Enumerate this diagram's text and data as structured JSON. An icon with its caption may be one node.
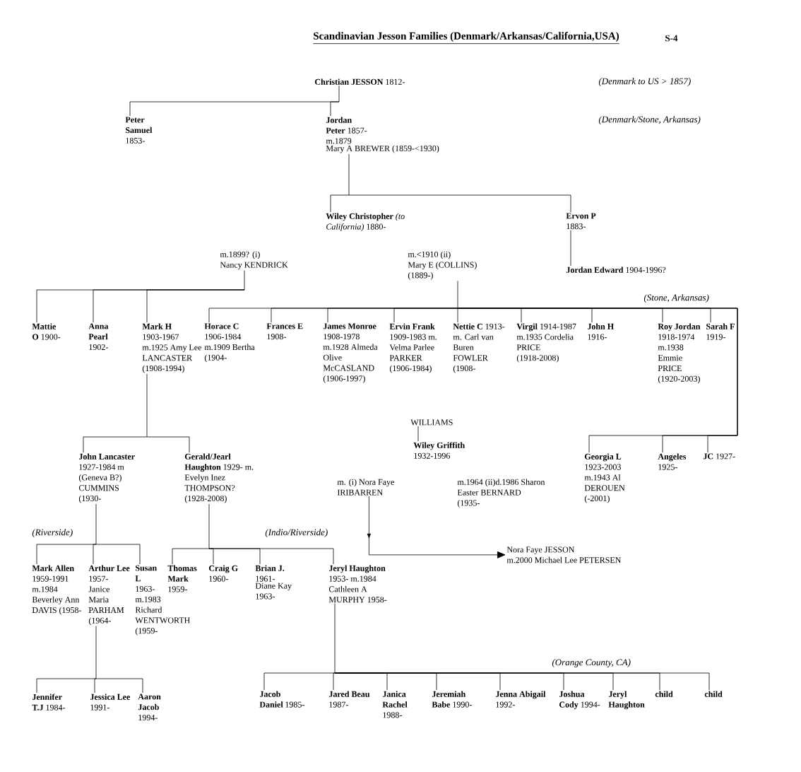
{
  "diagram": {
    "title": "Scandinavian Jesson Families (Denmark/Arkansas/California,USA)",
    "nodes": [
      {
        "text": [
          "**Christian JESSON** 1812-"
        ]
      },
      {
        "text": [
          "**Peter Samuel** 1853-"
        ]
      },
      {
        "text": [
          "**Jordan Peter** 1857- m.1879",
          "Mary A BREWER (1859-<1930)"
        ]
      },
      {
        "text": [
          "**Wiley Christopher** *(to California)* 1880-"
        ]
      },
      {
        "text": [
          "**Ervon P**",
          "1883-"
        ]
      },
      {
        "text": [
          "**Jordan Edward** 1904-1996?"
        ]
      },
      {
        "text": [
          "m.1899? (i)",
          "Nancy KENDRICK"
        ]
      },
      {
        "text": [
          "m.<1910 (ii)",
          "Mary E (COLLINS)",
          "(1889-)"
        ]
      },
      {
        "text": [
          "**Mattie O** 1900-"
        ]
      },
      {
        "text": [
          "**Anna Pearl** 1902-"
        ]
      },
      {
        "text": [
          "**Mark H** 1903-1967 m.1925 Amy Lee LANCASTER (1908-1994)"
        ]
      },
      {
        "text": [
          "**Horace C** 1906-1984 m.1909 Bertha (1904-"
        ]
      },
      {
        "text": [
          "**Frances E** 1908-"
        ]
      },
      {
        "text": [
          "**James Monroe** 1908-1978 m.1928 Almeda Olive McCASLAND (1906-1997)"
        ]
      },
      {
        "text": [
          "**Ervin Frank** 1909-1983 m. Velma Parlee PARKER (1906-1984)"
        ]
      },
      {
        "text": [
          "WILLIAMS"
        ]
      },
      {
        "text": [
          "**Nettie C** 1913- m. Carl van Buren FOWLER (1908-"
        ]
      },
      {
        "text": [
          "**Virgil** 1914-1987 m.1935 Cordelia PRICE (1918-2008)"
        ]
      },
      {
        "text": [
          "**John H** 1916-"
        ]
      },
      {
        "text": [
          "**Roy Jordan** 1918-1974 m.1938 Emmie PRICE (1920-2003)"
        ]
      },
      {
        "text": [
          "**Sarah F** 1919-"
        ]
      },
      {
        "text": [
          "**John Lancaster** 1927-1984 m (Geneva B?) CUMMINS (1930-"
        ]
      },
      {
        "text": [
          "**Gerald/Jearl Haughton** 1929- m. Evelyn Inez THOMPSON? (1928-2008)"
        ]
      },
      {
        "text": [
          "**Wiley Griffith** 1932-1996"
        ]
      },
      {
        "text": [
          "m. (i) Nora Faye IRIBARREN"
        ]
      },
      {
        "text": [
          "m.1964 (ii)d.1986 Sharon Easter BERNARD (1935-"
        ]
      },
      {
        "text": [
          "Nora Faye JESSON",
          "m.2000 Michael Lee PETERSEN"
        ]
      },
      {
        "text": [
          "**Georgia L** 1923-2003 m.1943 Al DEROUEN (-2001)"
        ]
      },
      {
        "text": [
          "**Angeles** 1925-"
        ]
      },
      {
        "text": [
          "**JC** 1927-"
        ]
      },
      {
        "text": [
          "**Mark Allen** 1959-1991 m.1984 Beverley Ann DAVIS (1958-"
        ]
      },
      {
        "text": [
          "**Arthur Lee** 1957- Janice Maria PARHAM (1964-"
        ]
      },
      {
        "text": [
          "**Susan L** 1963- m.1983 Richard WENTWORTH (1959-"
        ]
      },
      {
        "text": [
          "**Thomas Mark** 1959-"
        ]
      },
      {
        "text": [
          "**Craig G** 1960-"
        ]
      },
      {
        "text": [
          "**Brian J.** 1961-",
          "Diane Kay",
          "1963-"
        ]
      },
      {
        "text": [
          "**Jeryl Haughton** 1953- m.1984 Cathleen A MURPHY 1958-"
        ]
      },
      {
        "text": [
          "**Jennifer T.J** 1984-"
        ]
      },
      {
        "text": [
          "**Jessica Lee** 1991-"
        ]
      },
      {
        "text": [
          "**Aaron Jacob** 1994-"
        ]
      },
      {
        "text": [
          "**Jacob Daniel** 1985-"
        ]
      },
      {
        "text": [
          "**Jared Beau** 1987-"
        ]
      },
      {
        "text": [
          "**Janica Rachel** 1988-"
        ]
      },
      {
        "text": [
          "**Jeremiah Babe** 1990-"
        ]
      },
      {
        "text": [
          "**Jenna Abigail** 1992-"
        ]
      },
      {
        "text": [
          "**Joshua Cody** 1994-"
        ]
      },
      {
        "text": [
          "**Jeryl Haughton**"
        ]
      },
      {
        "text": [
          "**child**"
        ]
      },
      {
        "text": [
          "**child**"
        ]
      }
    ],
    "edges": [
      {
        "from": 0,
        "to": 1,
        "arrow": "none"
      },
      {
        "from": 0,
        "to": 2,
        "arrow": "none"
      },
      {
        "from": 2,
        "to": 3,
        "arrow": "none"
      },
      {
        "from": 2,
        "to": 4,
        "arrow": "none"
      },
      {
        "from": 4,
        "to": 5,
        "arrow": "none"
      },
      {
        "from": 6,
        "to": 8,
        "arrow": "none"
      },
      {
        "from": 6,
        "to": 9,
        "arrow": "none"
      },
      {
        "from": 6,
        "to": 10,
        "arrow": "none"
      },
      {
        "from": 7,
        "to": 11,
        "arrow": "none"
      },
      {
        "from": 7,
        "to": 12,
        "arrow": "none"
      },
      {
        "from": 7,
        "to": 13,
        "arrow": "none"
      },
      {
        "from": 7,
        "to": 14,
        "arrow": "none"
      },
      {
        "from": 7,
        "to": 16,
        "arrow": "none"
      },
      {
        "from": 7,
        "to": 17,
        "arrow": "none"
      },
      {
        "from": 7,
        "to": 18,
        "arrow": "none"
      },
      {
        "from": 7,
        "to": 19,
        "arrow": "none"
      },
      {
        "from": 7,
        "to": 20,
        "arrow": "none"
      },
      {
        "from": 7,
        "to": 27,
        "arrow": "none"
      },
      {
        "from": 7,
        "to": 28,
        "arrow": "none"
      },
      {
        "from": 7,
        "to": 29,
        "arrow": "none"
      },
      {
        "from": 10,
        "to": 21,
        "arrow": "none"
      },
      {
        "from": 10,
        "to": 22,
        "arrow": "none"
      },
      {
        "from": 15,
        "to": 23,
        "arrow": "none"
      },
      {
        "from": 24,
        "to": 26,
        "arrow": "to"
      },
      {
        "from": 21,
        "to": 30,
        "arrow": "none"
      },
      {
        "from": 21,
        "to": 31,
        "arrow": "none"
      },
      {
        "from": 21,
        "to": 32,
        "arrow": "none"
      },
      {
        "from": 22,
        "to": 33,
        "arrow": "none"
      },
      {
        "from": 22,
        "to": 34,
        "arrow": "none"
      },
      {
        "from": 22,
        "to": 35,
        "arrow": "none"
      },
      {
        "from": 22,
        "to": 36,
        "arrow": "none"
      },
      {
        "from": 31,
        "to": 37,
        "arrow": "none"
      },
      {
        "from": 31,
        "to": 38,
        "arrow": "none"
      },
      {
        "from": 31,
        "to": 39,
        "arrow": "none"
      },
      {
        "from": 36,
        "to": 40,
        "arrow": "none"
      },
      {
        "from": 36,
        "to": 41,
        "arrow": "none"
      },
      {
        "from": 36,
        "to": 42,
        "arrow": "none"
      },
      {
        "from": 36,
        "to": 43,
        "arrow": "none"
      },
      {
        "from": 36,
        "to": 44,
        "arrow": "none"
      },
      {
        "from": 36,
        "to": 45,
        "arrow": "none"
      },
      {
        "from": 36,
        "to": 46,
        "arrow": "none"
      },
      {
        "from": 36,
        "to": 47,
        "arrow": "none"
      },
      {
        "from": 36,
        "to": 48,
        "arrow": "none"
      }
    ],
    "labels": [
      "S-4",
      "(Denmark to US > 1857)",
      "(Denmark/Stone, Arkansas)",
      "(Stone, Arkansas)",
      "(Riverside)",
      "(Indio/Riverside)",
      "(Orange County, CA)"
    ]
  }
}
